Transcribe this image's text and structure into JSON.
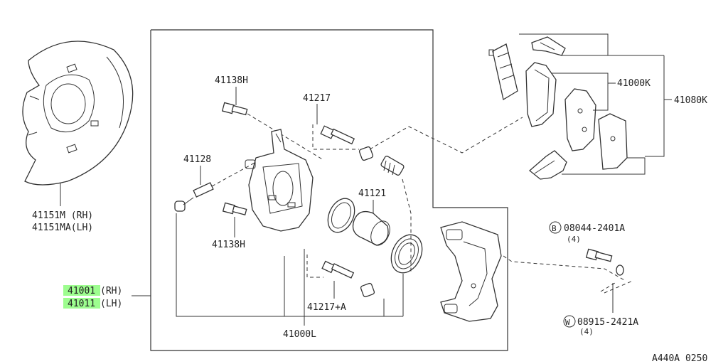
{
  "labels": {
    "p41138h_top": "41138H",
    "p41217": "41217",
    "p41128": "41128",
    "p41121": "41121",
    "p41138h_bot": "41138H",
    "p41217a": "41217+A",
    "p41000l": "41000L",
    "p41151m": "41151M (RH)",
    "p41151ma": "41151MA(LH)",
    "p41001_num": "41001",
    "p41001_side": "(RH)",
    "p41011_num": "41011",
    "p41011_side": "(LH)",
    "p41000k": "41000K",
    "p41080k": "41080K",
    "bolt_b_code": "B",
    "bolt_b": "08044-2401A",
    "bolt_b_qty": "(4)",
    "washer_w_code": "W",
    "washer_w": "08915-2421A",
    "washer_w_qty": "(4)",
    "figure_code": "A440A 0250"
  },
  "colors": {
    "highlight": "#7CFC6A",
    "line": "#333333"
  }
}
